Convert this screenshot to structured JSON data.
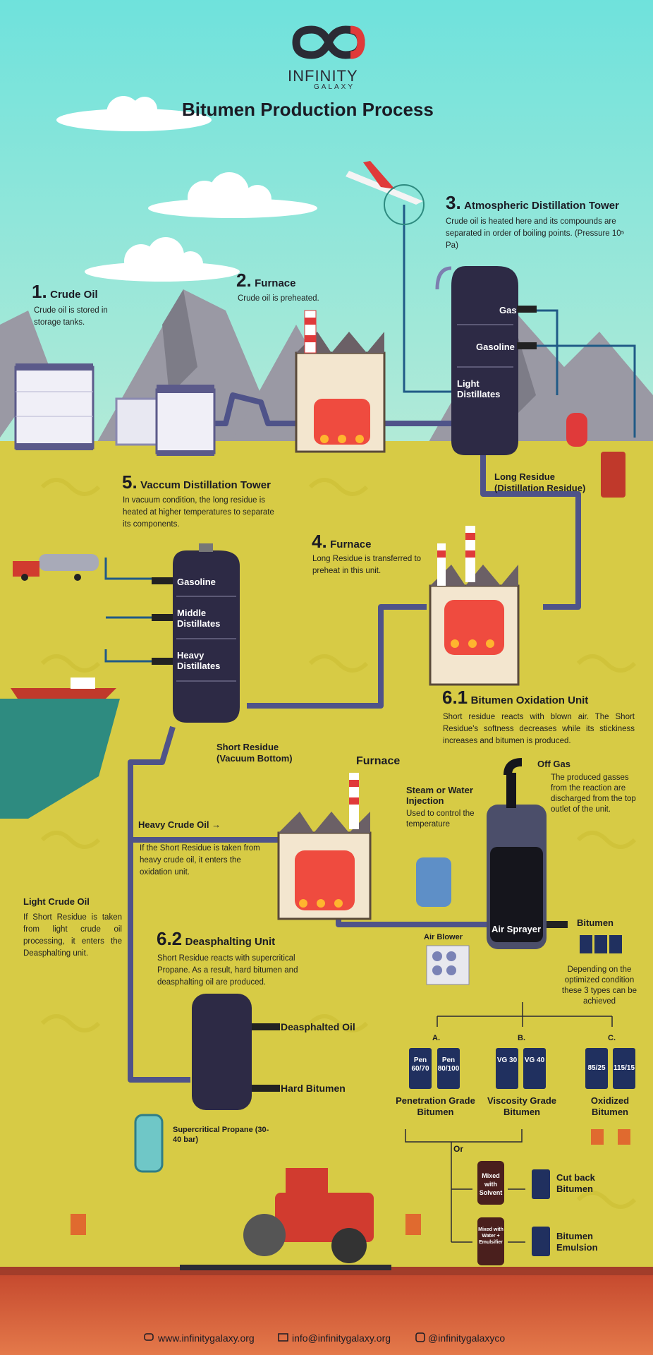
{
  "brand": {
    "name": "INFINITY",
    "sub": "GALAXY"
  },
  "title": "Bitumen Production Process",
  "steps": {
    "s1": {
      "num": "1.",
      "title": "Crude Oil",
      "desc": "Crude oil is stored in storage tanks."
    },
    "s2": {
      "num": "2.",
      "title": "Furnace",
      "desc": "Crude oil is preheated."
    },
    "s3": {
      "num": "3.",
      "title": "Atmospheric Distillation Tower",
      "desc": "Crude oil is heated here and its compounds are separated  in order of boiling points. (Pressure 10⁵ Pa)"
    },
    "s4": {
      "num": "4.",
      "title": "Furnace",
      "desc": "Long Residue is transferred to preheat in this unit."
    },
    "s5": {
      "num": "5.",
      "title": "Vaccum Distillation Tower",
      "desc": "In vacuum condition, the long residue is heated at higher temperatures to separate its components."
    },
    "s61": {
      "num": "6.1",
      "title": "Bitumen Oxidation Unit",
      "desc": "Short residue reacts with blown air. The Short Residue's softness decreases while its stickiness increases and bitumen is produced."
    },
    "s62": {
      "num": "6.2",
      "title": "Deasphalting Unit",
      "desc": "Short Residue reacts with supercritical Propane. As a result, hard bitumen and deasphalting oil are produced."
    }
  },
  "tower1": {
    "gas": "Gas",
    "gasoline": "Gasoline",
    "light": "Light Distillates"
  },
  "tower2": {
    "gasoline": "Gasoline",
    "middle": "Middle Distillates",
    "heavy": "Heavy Distillates"
  },
  "labels": {
    "long_residue": "Long Residue (Distillation Residue)",
    "short_residue": "Short Residue (Vacuum Bottom)",
    "furnace": "Furnace",
    "heavy_crude": "Heavy Crude Oil",
    "heavy_crude_arrow": "→",
    "heavy_crude_desc": "If the Short Residue is taken from heavy crude oil, it enters the oxidation unit.",
    "light_crude": "Light Crude Oil",
    "light_crude_desc": "If Short Residue is taken from light crude oil processing, it enters the Deasphalting unit.",
    "steam_title": "Steam or Water Injection",
    "steam_desc": "Used to control the temperature",
    "off_gas": "Off Gas",
    "off_gas_desc": "The produced gasses from the reaction are discharged from the top outlet of the unit.",
    "air_sprayer": "Air Sprayer",
    "air_blower": "Air Blower",
    "bitumen": "Bitumen",
    "depending": "Depending on the optimized condition these 3 types can be achieved",
    "deasphalted_oil": "Deasphalted Oil",
    "hard_bitumen": "Hard Bitumen",
    "propane": "Supercritical Propane (30-40 bar)",
    "or": "Or",
    "cutback": "Cut back Bitumen",
    "emulsion": "Bitumen Emulsion",
    "mixed_solvent": "Mixed with Solvent",
    "mixed_water": "Mixed with Water + Emulsifier"
  },
  "grades": {
    "a": {
      "letter": "A.",
      "name": "Penetration Grade Bitumen",
      "b1": "Pen 60/70",
      "b2": "Pen 80/100"
    },
    "b": {
      "letter": "B.",
      "name": "Viscosity Grade Bitumen",
      "b1": "VG 30",
      "b2": "VG 40"
    },
    "c": {
      "letter": "C.",
      "name": "Oxidized Bitumen",
      "b1": "85/25",
      "b2": "115/15"
    }
  },
  "footer": {
    "web": "www.infinitygalaxy.org",
    "email": "info@infinitygalaxy.org",
    "social": "@infinitygalaxyco"
  },
  "colors": {
    "sky": "#7fe3dd",
    "ground": "#d7cb45",
    "soil": "#d9623b",
    "tower": "#2d2a45",
    "pipe": "#6b6f9a",
    "fire": "#ef4b3f"
  }
}
